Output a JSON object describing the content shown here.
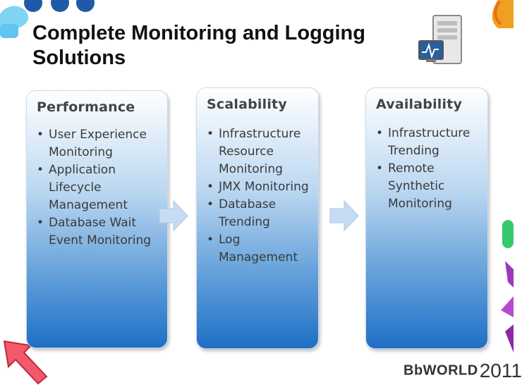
{
  "slide": {
    "title_line1": "Complete Monitoring and Logging",
    "title_line2": "Solutions",
    "logo_brand": "BbWORLD",
    "logo_year": "2011"
  },
  "cards": [
    {
      "title": "Performance",
      "items": [
        "User Experience Monitoring",
        "Application Lifecycle Management",
        "Database Wait Event Monitoring"
      ]
    },
    {
      "title": "Scalability",
      "items": [
        "Infrastructure Resource Monitoring",
        "JMX Monitoring",
        "Database Trending",
        "Log Management"
      ]
    },
    {
      "title": "Availability",
      "items": [
        "Infrastructure Trending",
        "Remote Synthetic Monitoring"
      ]
    }
  ],
  "icons": {
    "server": "server-monitor-icon",
    "arrow": "right-arrow-icon"
  },
  "colors": {
    "card_top": "#ffffff",
    "card_bottom": "#1f6fc6",
    "arrow": "#b8d4f0"
  }
}
